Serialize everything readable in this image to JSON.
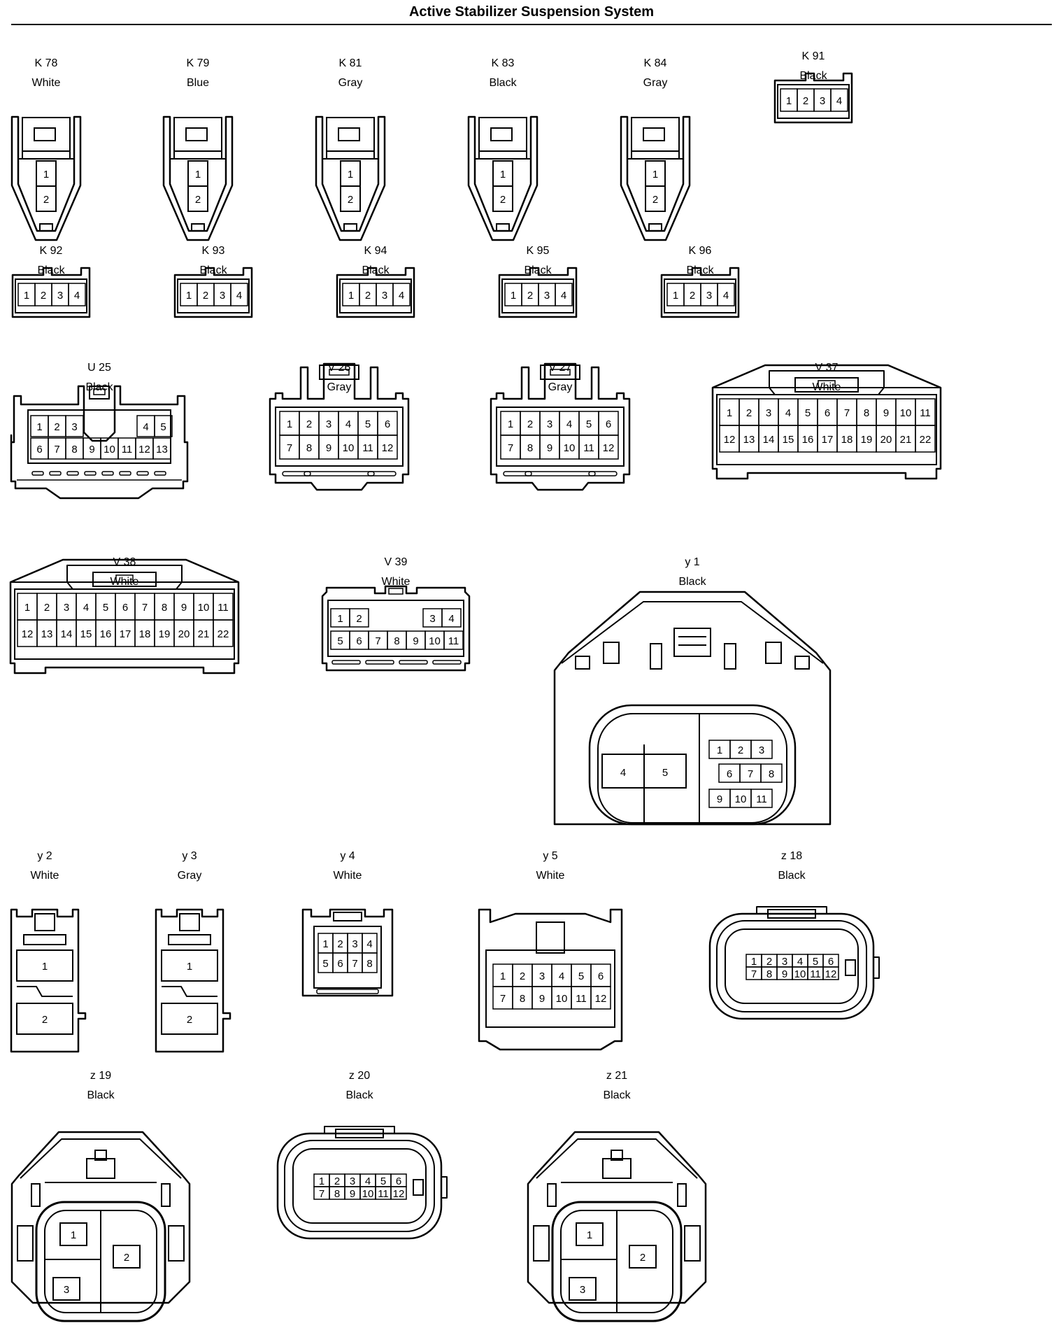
{
  "title": "Active Stabilizer Suspension System",
  "connectors": [
    {
      "id": "K 78",
      "color": "White",
      "pins": [
        "1",
        "2"
      ]
    },
    {
      "id": "K 79",
      "color": "Blue",
      "pins": [
        "1",
        "2"
      ]
    },
    {
      "id": "K 81",
      "color": "Gray",
      "pins": [
        "1",
        "2"
      ]
    },
    {
      "id": "K 83",
      "color": "Black",
      "pins": [
        "1",
        "2"
      ]
    },
    {
      "id": "K 84",
      "color": "Gray",
      "pins": [
        "1",
        "2"
      ]
    },
    {
      "id": "K 91",
      "color": "Black",
      "pins": [
        "1",
        "2",
        "3",
        "4"
      ]
    },
    {
      "id": "K 92",
      "color": "Black",
      "pins": [
        "1",
        "2",
        "3",
        "4"
      ]
    },
    {
      "id": "K 93",
      "color": "Black",
      "pins": [
        "1",
        "2",
        "3",
        "4"
      ]
    },
    {
      "id": "K 94",
      "color": "Black",
      "pins": [
        "1",
        "2",
        "3",
        "4"
      ]
    },
    {
      "id": "K 95",
      "color": "Black",
      "pins": [
        "1",
        "2",
        "3",
        "4"
      ]
    },
    {
      "id": "K 96",
      "color": "Black",
      "pins": [
        "1",
        "2",
        "3",
        "4"
      ]
    },
    {
      "id": "U 25",
      "color": "Black",
      "pins": [
        "1",
        "2",
        "3",
        "4",
        "5",
        "6",
        "7",
        "8",
        "9",
        "10",
        "11",
        "12",
        "13"
      ]
    },
    {
      "id": "V 26",
      "color": "Gray",
      "pins": [
        "1",
        "2",
        "3",
        "4",
        "5",
        "6",
        "7",
        "8",
        "9",
        "10",
        "11",
        "12"
      ]
    },
    {
      "id": "V 27",
      "color": "Gray",
      "pins": [
        "1",
        "2",
        "3",
        "4",
        "5",
        "6",
        "7",
        "8",
        "9",
        "10",
        "11",
        "12"
      ]
    },
    {
      "id": "V 37",
      "color": "White",
      "pins": [
        "1",
        "2",
        "3",
        "4",
        "5",
        "6",
        "7",
        "8",
        "9",
        "10",
        "11",
        "12",
        "13",
        "14",
        "15",
        "16",
        "17",
        "18",
        "19",
        "20",
        "21",
        "22"
      ]
    },
    {
      "id": "V 38",
      "color": "White",
      "pins": [
        "1",
        "2",
        "3",
        "4",
        "5",
        "6",
        "7",
        "8",
        "9",
        "10",
        "11",
        "12",
        "13",
        "14",
        "15",
        "16",
        "17",
        "18",
        "19",
        "20",
        "21",
        "22"
      ]
    },
    {
      "id": "V 39",
      "color": "White",
      "pins": [
        "1",
        "2",
        "3",
        "4",
        "5",
        "6",
        "7",
        "8",
        "9",
        "10",
        "11"
      ]
    },
    {
      "id": "y 1",
      "color": "Black",
      "pins": [
        "1",
        "2",
        "3",
        "4",
        "5",
        "6",
        "7",
        "8",
        "9",
        "10",
        "11"
      ]
    },
    {
      "id": "y 2",
      "color": "White",
      "pins": [
        "1",
        "2"
      ]
    },
    {
      "id": "y 3",
      "color": "Gray",
      "pins": [
        "1",
        "2"
      ]
    },
    {
      "id": "y 4",
      "color": "White",
      "pins": [
        "1",
        "2",
        "3",
        "4",
        "5",
        "6",
        "7",
        "8"
      ]
    },
    {
      "id": "y 5",
      "color": "White",
      "pins": [
        "1",
        "2",
        "3",
        "4",
        "5",
        "6",
        "7",
        "8",
        "9",
        "10",
        "11",
        "12"
      ]
    },
    {
      "id": "z 18",
      "color": "Black",
      "pins": [
        "1",
        "2",
        "3",
        "4",
        "5",
        "6",
        "7",
        "8",
        "9",
        "10",
        "11",
        "12"
      ]
    },
    {
      "id": "z 19",
      "color": "Black",
      "pins": [
        "1",
        "2",
        "3"
      ]
    },
    {
      "id": "z 20",
      "color": "Black",
      "pins": [
        "1",
        "2",
        "3",
        "4",
        "5",
        "6",
        "7",
        "8",
        "9",
        "10",
        "11",
        "12"
      ]
    },
    {
      "id": "z 21",
      "color": "Black",
      "pins": [
        "1",
        "2",
        "3"
      ]
    }
  ]
}
